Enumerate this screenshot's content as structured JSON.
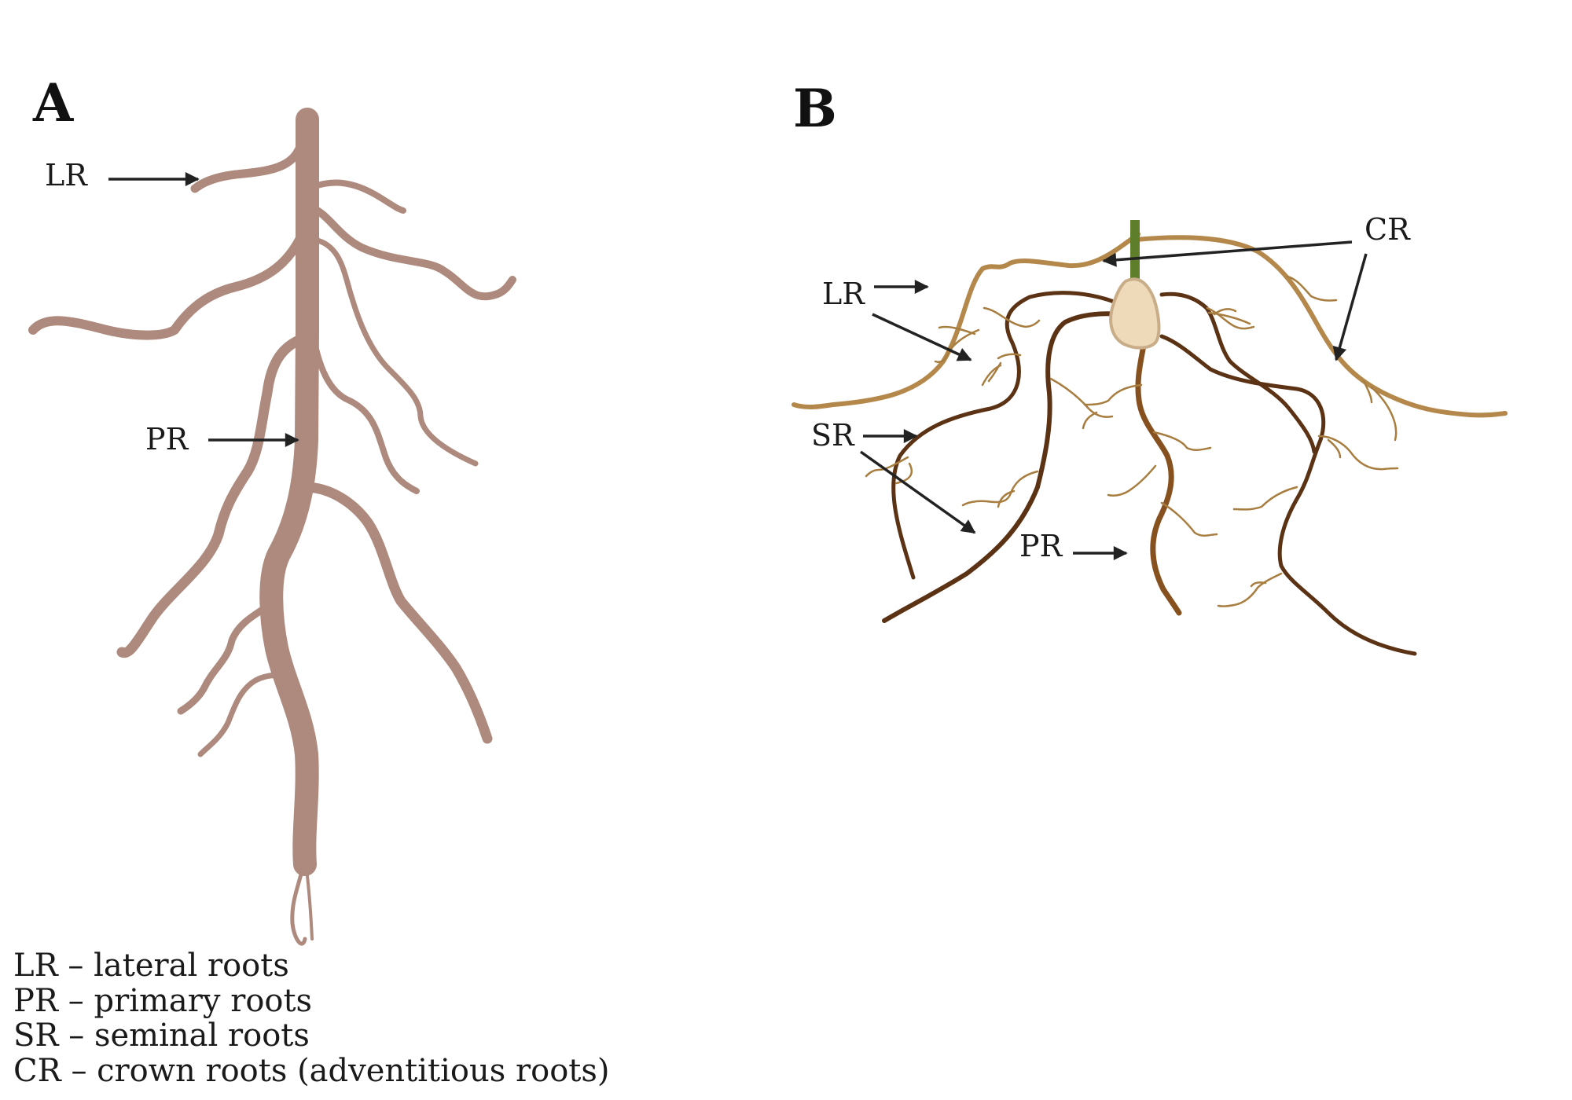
{
  "panels": {
    "a": {
      "letter": "A",
      "labels": {
        "lr": "LR",
        "pr": "PR"
      }
    },
    "b": {
      "letter": "B",
      "labels": {
        "cr": "CR",
        "lr": "LR",
        "sr": "SR",
        "pr": "PR"
      }
    }
  },
  "legend": [
    {
      "text": "LR – lateral roots"
    },
    {
      "text": "PR – primary roots"
    },
    {
      "text": "SR – seminal roots"
    },
    {
      "text": "CR – crown roots (adventitious roots)"
    }
  ],
  "colors": {
    "panel_a_root": "#ad8a7d",
    "crown_root": "#b4884a",
    "seminal_root": "#5b3214",
    "primary_root_b": "#87511f",
    "lateral_root_b": "#a77d40",
    "seed_fill": "#eed9b9",
    "seed_outline": "#c9ad88",
    "shoot": "#5e7e2c",
    "arrow": "#222222"
  }
}
